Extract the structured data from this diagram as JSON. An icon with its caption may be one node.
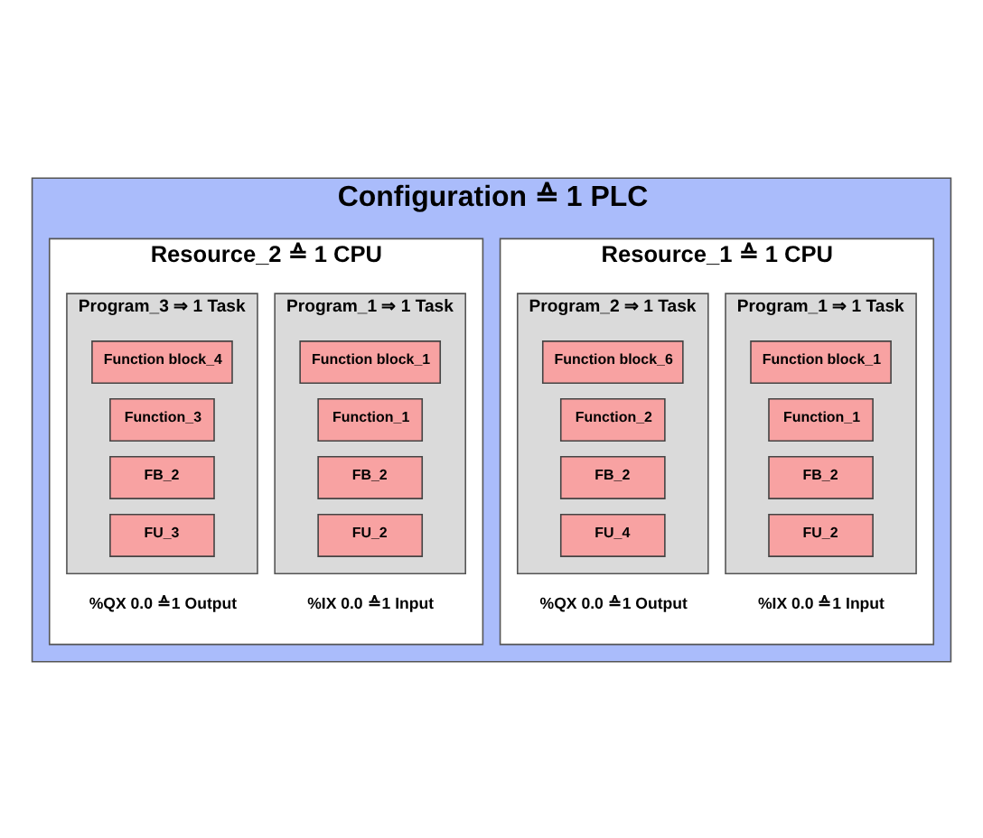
{
  "diagram": {
    "nodes": [
      {
        "text": [
          "Configuration ≙ 1 PLC"
        ]
      },
      {
        "text": [
          "Resource_1 ≙ 1 CPU"
        ],
        "in": 0
      },
      {
        "text": [
          "Program_1 ⇒ 1 Task"
        ],
        "in": 1
      },
      {
        "text": [
          "Function block_1"
        ],
        "in": 2
      },
      {
        "text": [
          "Function_1"
        ],
        "in": 2
      },
      {
        "text": [
          "FB_2"
        ],
        "in": 2
      },
      {
        "text": [
          "FU_2"
        ],
        "in": 2
      },
      {
        "text": [
          "Program_2 ⇒ 1 Task"
        ],
        "in": 1
      },
      {
        "text": [
          "Function block_6"
        ],
        "in": 7
      },
      {
        "text": [
          "Function_2"
        ],
        "in": 7
      },
      {
        "text": [
          "FB_2"
        ],
        "in": 7
      },
      {
        "text": [
          "FU_4"
        ],
        "in": 7
      },
      {
        "text": [
          "Resource_2 ≙ 1 CPU"
        ],
        "in": 0
      },
      {
        "text": [
          "Program_1 ⇒ 1 Task"
        ],
        "in": 12
      },
      {
        "text": [
          "Function block_1"
        ],
        "in": 13
      },
      {
        "text": [
          "Function_1"
        ],
        "in": 13
      },
      {
        "text": [
          "FB_2"
        ],
        "in": 13
      },
      {
        "text": [
          "FU_2"
        ],
        "in": 13
      },
      {
        "text": [
          "Program_3 ⇒ 1 Task"
        ],
        "in": 12
      },
      {
        "text": [
          "Function block_4"
        ],
        "in": 18
      },
      {
        "text": [
          "Function_3"
        ],
        "in": 18
      },
      {
        "text": [
          "FB_2"
        ],
        "in": 18
      },
      {
        "text": [
          "FU_3"
        ],
        "in": 18
      }
    ],
    "edges": [],
    "labels": [
      "%IX 0.0 ≙1 Input",
      "%QX 0.0 ≙1 Output",
      "%IX 0.0 ≙1 Input",
      "%QX 0.0 ≙1 Output"
    ]
  }
}
